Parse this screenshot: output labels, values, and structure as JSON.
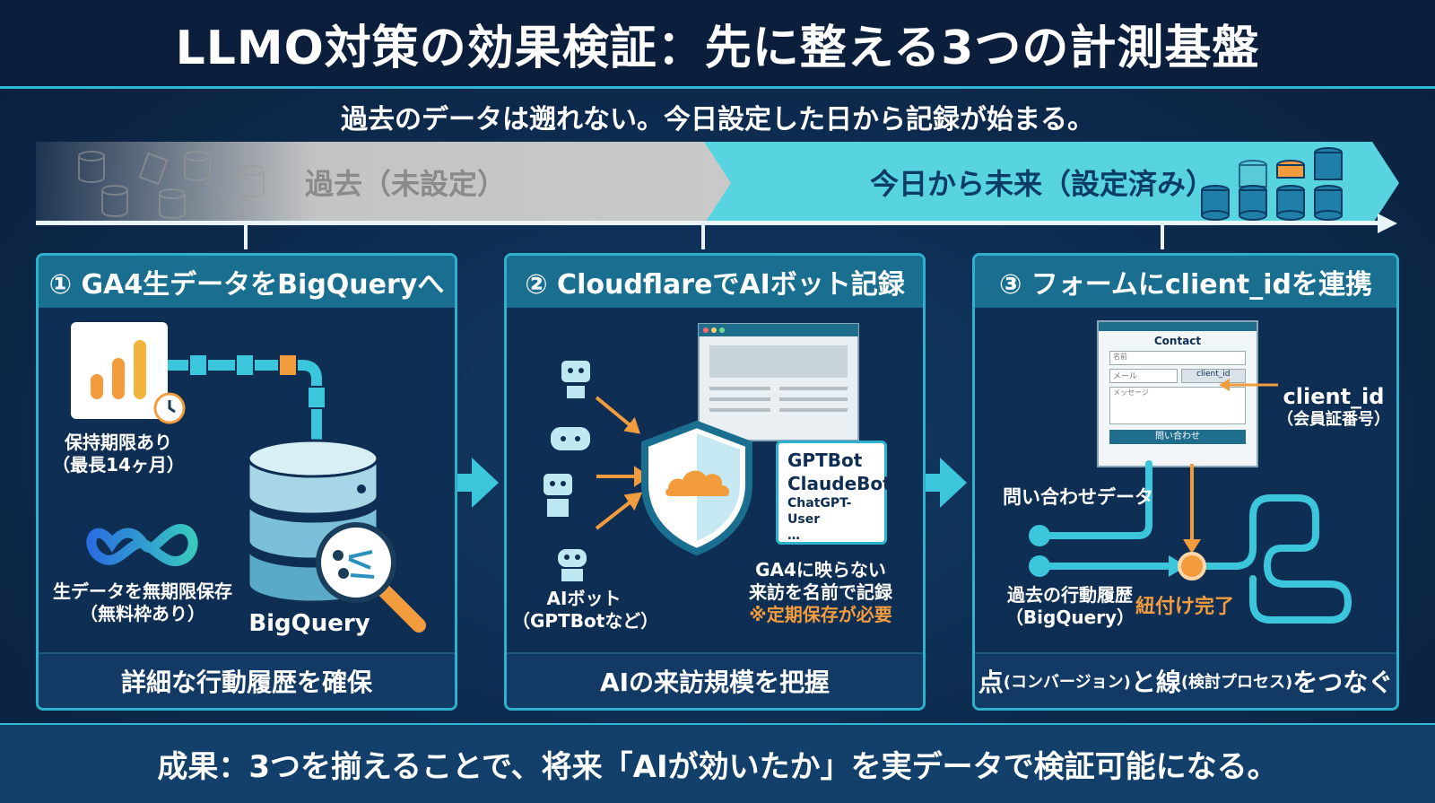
{
  "title": "LLMO対策の効果検証：先に整える3つの計測基盤",
  "subtitle": "過去のデータは遡れない。今日設定した日から記録が始まる。",
  "timeline": {
    "past_label": "過去（未設定）",
    "future_label": "今日から未来（設定済み）"
  },
  "panels": [
    {
      "heading": "① GA4生データをBigQueryへ",
      "retention_label_1": "保持期限あり",
      "retention_label_2": "（最長14ヶ月）",
      "raw_label_1": "生データを無期限保存",
      "raw_label_2": "（無料枠あり）",
      "bigquery_label": "BigQuery",
      "footer": "詳細な行動履歴を確保"
    },
    {
      "heading": "② CloudflareでAIボット記録",
      "bot_names": [
        "GPTBot",
        "ClaudeBot",
        "ChatGPT-User",
        "…"
      ],
      "aibot_label_1": "AIボット",
      "aibot_label_2": "（GPTBotなど）",
      "record_label_1": "GA4に映らない",
      "record_label_2": "来訪を名前で記録",
      "note": "※定期保存が必要",
      "footer": "AIの来訪規模を把握"
    },
    {
      "heading": "③ フォームにclient_idを連携",
      "form_title": "Contact",
      "form_name_placeholder": "名前",
      "form_mail_placeholder": "メール",
      "form_client_id": "client_id",
      "form_message_placeholder": "メッセージ",
      "form_submit": "問い合わせ",
      "client_id_label_1": "client_id",
      "client_id_label_2": "（会員証番号）",
      "inquiry_label": "問い合わせデータ",
      "history_label_1": "過去の行動履歴",
      "history_label_2": "（BigQuery）",
      "linked_label": "紐付け完了",
      "footer_main_1": "点",
      "footer_small_1": "(コンバージョン)",
      "footer_main_2": "と線",
      "footer_small_2": "(検討プロセス)",
      "footer_main_3": "をつなぐ"
    }
  ],
  "result": "成果：3つを揃えることで、将来「AIが効いたか」を実データで検証可能になる。",
  "colors": {
    "accent_cyan": "#3cc6dc",
    "accent_orange": "#f39c3d",
    "panel_head": "#1a6f90",
    "background": "#0c2545"
  },
  "icons": [
    "ga4-logo-icon",
    "clock-icon",
    "meta-infinity-icon",
    "database-icon",
    "magnifier-icon",
    "robot-icon",
    "shield-cloud-icon",
    "browser-window-icon",
    "contact-form-icon"
  ]
}
